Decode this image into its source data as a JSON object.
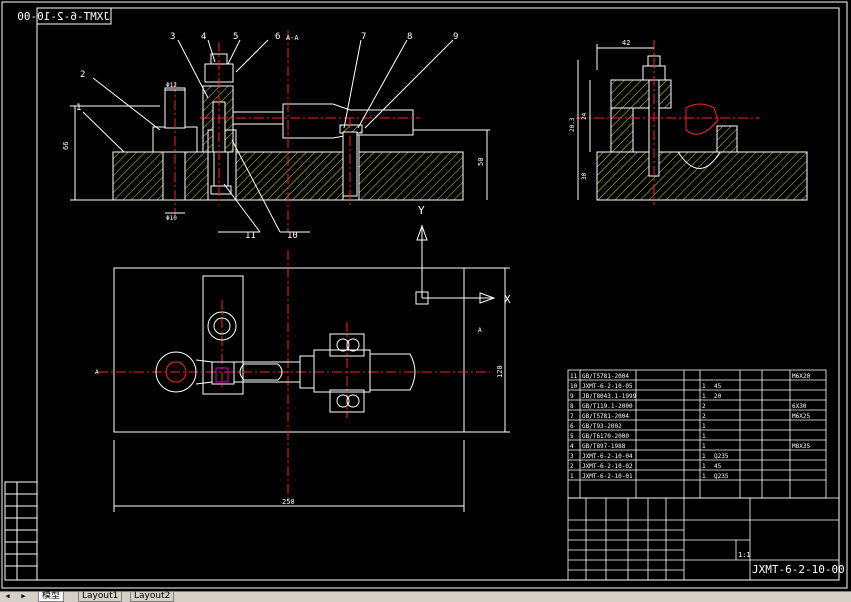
{
  "drawing_number": "JXMT-6-2-10-00",
  "drawing_number_mirrored": "JXMT-6-2-10-00",
  "balloons": [
    "1",
    "2",
    "3",
    "4",
    "5",
    "6",
    "7",
    "8",
    "9",
    "10",
    "11"
  ],
  "section_marks": {
    "top": "A-A",
    "left": "A",
    "right": "A"
  },
  "axes": {
    "x": "X",
    "y": "Y"
  },
  "dimensions": {
    "front_height": "66",
    "front_right": "50",
    "rod_top": "Φ12",
    "rod_bottom": "Φ10",
    "side_width": "42",
    "side_h1": "20.3",
    "side_h2": "24",
    "side_h3": "30",
    "plan_width": "250",
    "plan_height": "120"
  },
  "bom": [
    {
      "no": "11",
      "code": "GB/T5781-2004",
      "name": "",
      "qty": "",
      "mat": "",
      "note": "M6X20"
    },
    {
      "no": "10",
      "code": "JXMT-6-2-10-05",
      "name": "",
      "qty": "1",
      "mat": "45",
      "note": ""
    },
    {
      "no": "9",
      "code": "JB/T8043.1-1999",
      "name": "",
      "qty": "1",
      "mat": "20",
      "note": ""
    },
    {
      "no": "8",
      "code": "GB/T119.1-2000",
      "name": "",
      "qty": "2",
      "mat": "",
      "note": "6X30"
    },
    {
      "no": "7",
      "code": "GB/T5781-2004",
      "name": "",
      "qty": "2",
      "mat": "",
      "note": "M6X25"
    },
    {
      "no": "6",
      "code": "GB/T93-2002",
      "name": "",
      "qty": "1",
      "mat": "",
      "note": ""
    },
    {
      "no": "5",
      "code": "GB/T6170-2000",
      "name": "",
      "qty": "1",
      "mat": "",
      "note": ""
    },
    {
      "no": "4",
      "code": "GB/T897-1988",
      "name": "",
      "qty": "1",
      "mat": "",
      "note": "M8X35"
    },
    {
      "no": "3",
      "code": "JXMT-6-2-10-04",
      "name": "",
      "qty": "1",
      "mat": "Q235",
      "note": ""
    },
    {
      "no": "2",
      "code": "JXMT-6-2-10-02",
      "name": "",
      "qty": "1",
      "mat": "45",
      "note": ""
    },
    {
      "no": "1",
      "code": "JXMT-6-2-10-01",
      "name": "",
      "qty": "1",
      "mat": "Q235",
      "note": ""
    }
  ],
  "title_block": {
    "scale": "1:1",
    "drawing_number": "JXMT-6-2-10-00"
  },
  "tabs": [
    "模型",
    "Layout1",
    "Layout2"
  ],
  "colors": {
    "background": "#000000",
    "frame": "#ffffff",
    "hatch": "#d8d800",
    "center": "#ff2020",
    "part": "#ffffff",
    "dim": "#ffffff"
  }
}
